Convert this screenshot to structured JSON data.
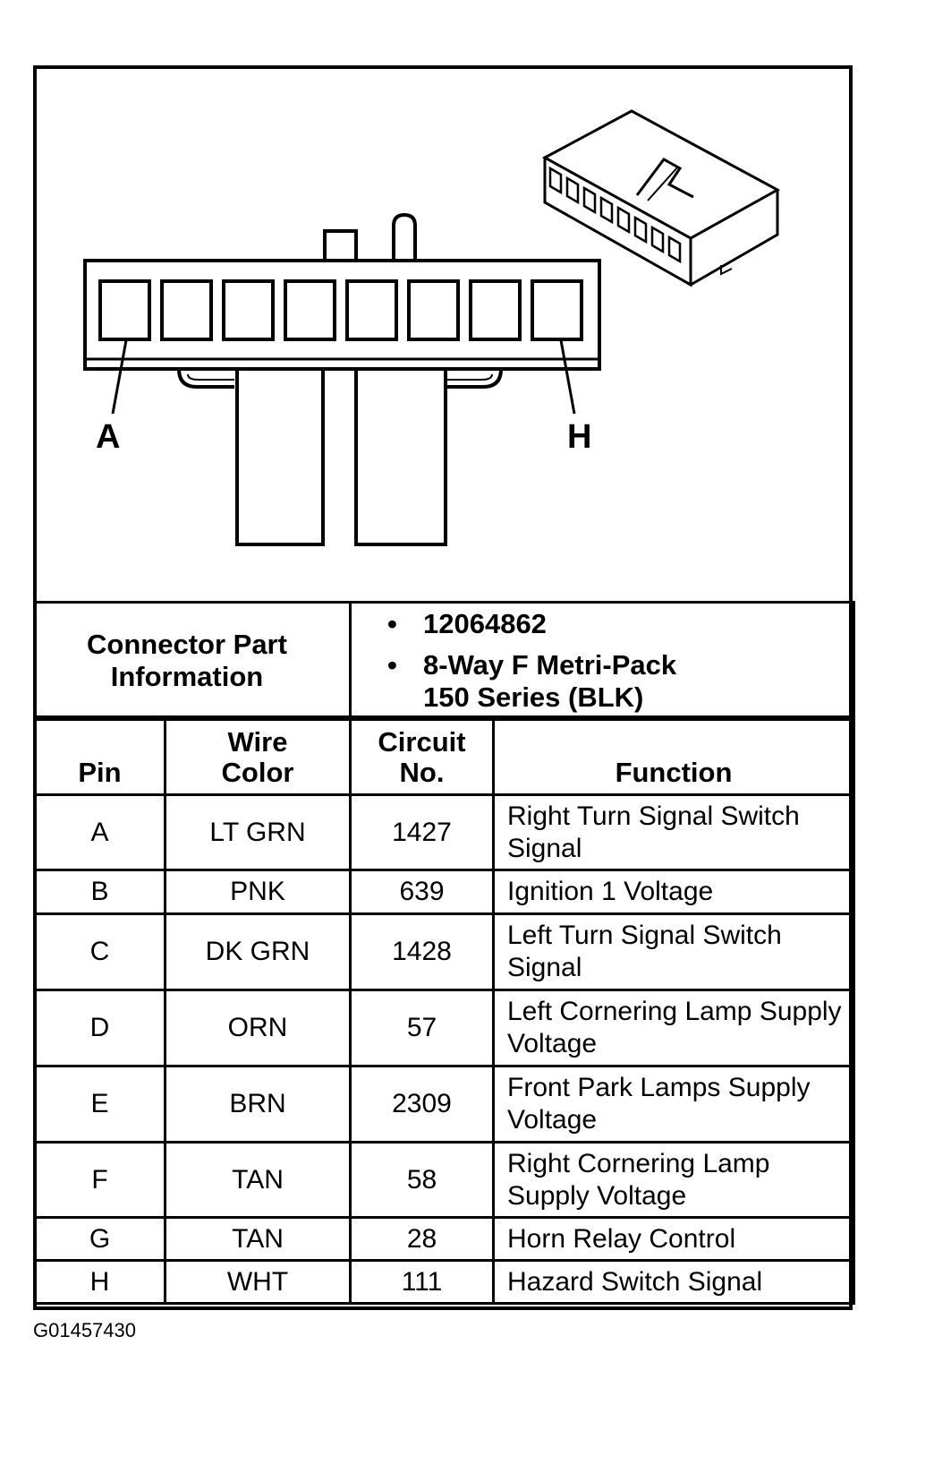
{
  "diagram": {
    "pin_label_first": "A",
    "pin_label_last": "H",
    "pin_count": 8
  },
  "connector_info": {
    "label_line1": "Connector Part",
    "label_line2": "Information",
    "part_number": "12064862",
    "description_line1": "8-Way F Metri-Pack",
    "description_line2": "150 Series (BLK)"
  },
  "table": {
    "headers": {
      "pin": "Pin",
      "wire_color_line1": "Wire",
      "wire_color_line2": "Color",
      "circuit_line1": "Circuit",
      "circuit_line2": "No.",
      "function": "Function"
    },
    "rows": [
      {
        "pin": "A",
        "wire_color": "LT GRN",
        "circuit": "1427",
        "function": "Right Turn Signal Switch Signal"
      },
      {
        "pin": "B",
        "wire_color": "PNK",
        "circuit": "639",
        "function": "Ignition 1 Voltage"
      },
      {
        "pin": "C",
        "wire_color": "DK GRN",
        "circuit": "1428",
        "function": "Left Turn Signal Switch Signal"
      },
      {
        "pin": "D",
        "wire_color": "ORN",
        "circuit": "57",
        "function": "Left Cornering Lamp Supply Voltage"
      },
      {
        "pin": "E",
        "wire_color": "BRN",
        "circuit": "2309",
        "function": "Front Park Lamps Supply Voltage"
      },
      {
        "pin": "F",
        "wire_color": "TAN",
        "circuit": "58",
        "function": "Right Cornering Lamp Supply Voltage"
      },
      {
        "pin": "G",
        "wire_color": "TAN",
        "circuit": "28",
        "function": "Horn Relay Control"
      },
      {
        "pin": "H",
        "wire_color": "WHT",
        "circuit": "111",
        "function": "Hazard Switch Signal"
      }
    ]
  },
  "figure_id": "G01457430"
}
